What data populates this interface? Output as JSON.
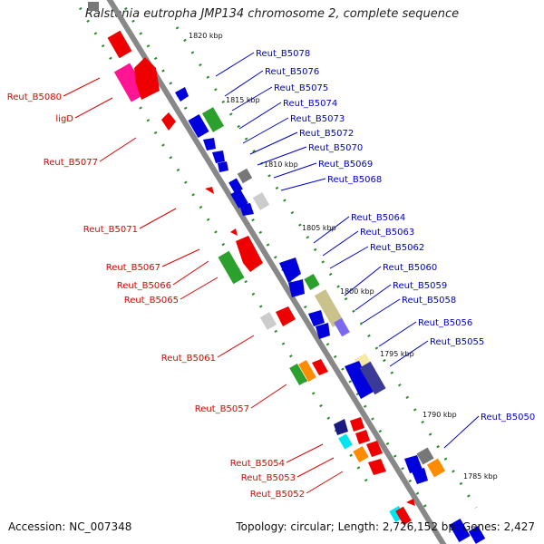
{
  "title": "Ralstonia eutropha JMP134 chromosome 2, complete sequence",
  "footer": {
    "accession": "Accession: NC_007348",
    "stats": "Topology: circular; Length: 2,726,152 bp; Genes: 2,427"
  },
  "kbp_ticks": [
    "1820 kbp",
    "1815 kbp",
    "1810 kbp",
    "1805 kbp",
    "1800 kbp",
    "1795 kbp",
    "1790 kbp",
    "1785 kbp"
  ],
  "genes_forward": [
    "Reut_B5080",
    "ligD",
    "Reut_B5077",
    "Reut_B5071",
    "Reut_B5067",
    "Reut_B5066",
    "Reut_B5065",
    "Reut_B5061",
    "Reut_B5057",
    "Reut_B5054",
    "Reut_B5053",
    "Reut_B5052"
  ],
  "genes_reverse": [
    "Reut_B5078",
    "Reut_B5076",
    "Reut_B5075",
    "Reut_B5074",
    "Reut_B5073",
    "Reut_B5072",
    "Reut_B5070",
    "Reut_B5069",
    "Reut_B5068",
    "Reut_B5064",
    "Reut_B5063",
    "Reut_B5062",
    "Reut_B5060",
    "Reut_B5059",
    "Reut_B5058",
    "Reut_B5056",
    "Reut_B5055",
    "Reut_B5050"
  ],
  "colors": {
    "forward": "#e00000",
    "reverse": "#0000cc",
    "backbone": "#888888"
  }
}
